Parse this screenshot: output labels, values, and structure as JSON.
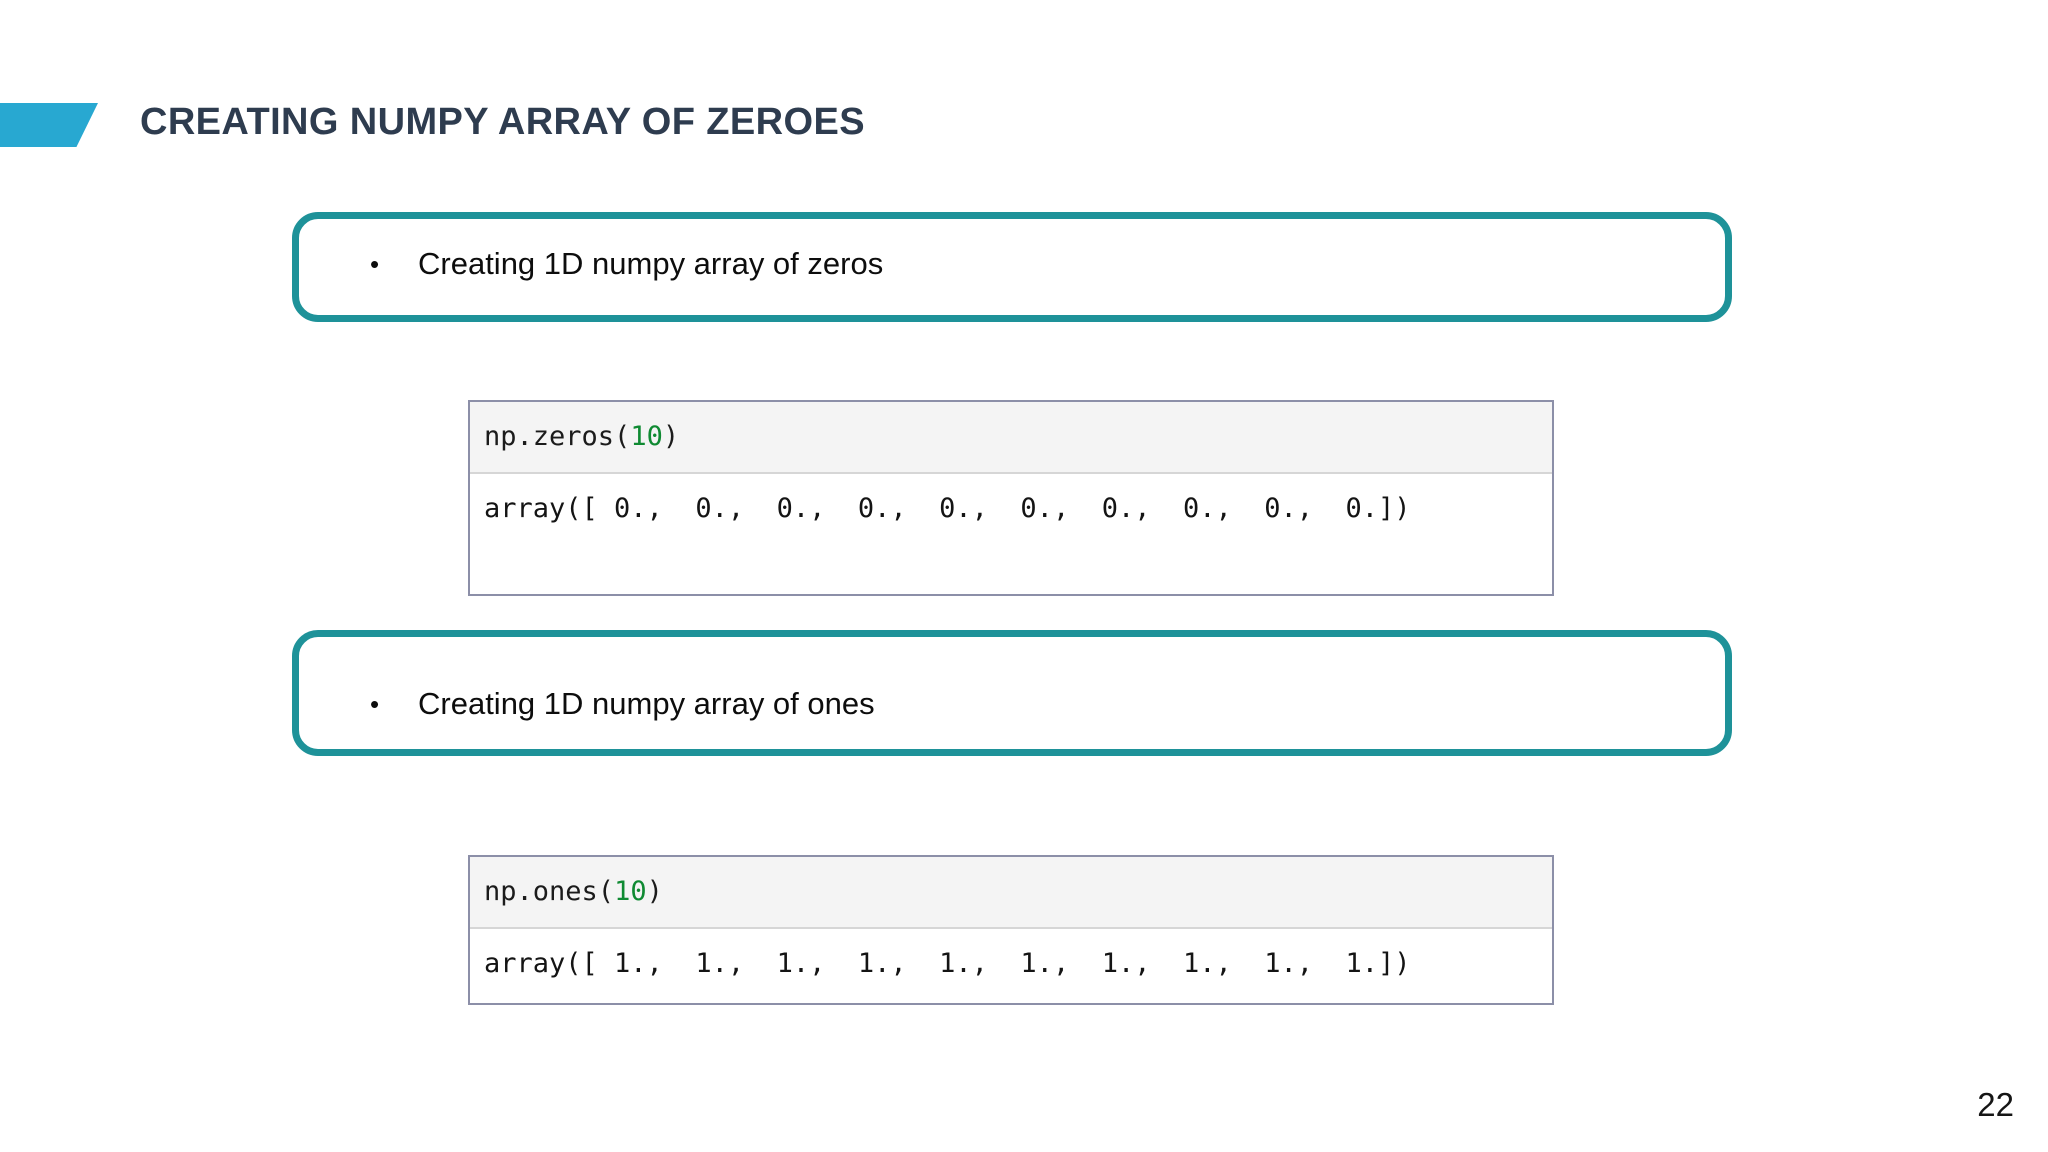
{
  "slide": {
    "title": "CREATING NUMPY ARRAY OF ZEROES",
    "page_number": "22",
    "accent_color": "#28A8D1",
    "title_color": "#2E3C4F",
    "callout_border_color": "#1E9299"
  },
  "sections": [
    {
      "bullet": "•",
      "text": "Creating 1D numpy array of zeros",
      "code": {
        "input_prefix": "np.zeros",
        "input_open": "(",
        "input_arg": "10",
        "input_close": ")",
        "output": "array([ 0.,  0.,  0.,  0.,  0.,  0.,  0.,  0.,  0.,  0.])"
      }
    },
    {
      "bullet": "•",
      "text": "Creating 1D numpy array of ones",
      "code": {
        "input_prefix": "np.ones",
        "input_open": "(",
        "input_arg": "10",
        "input_close": ")",
        "output": "array([ 1.,  1.,  1.,  1.,  1.,  1.,  1.,  1.,  1.,  1.])"
      }
    }
  ]
}
